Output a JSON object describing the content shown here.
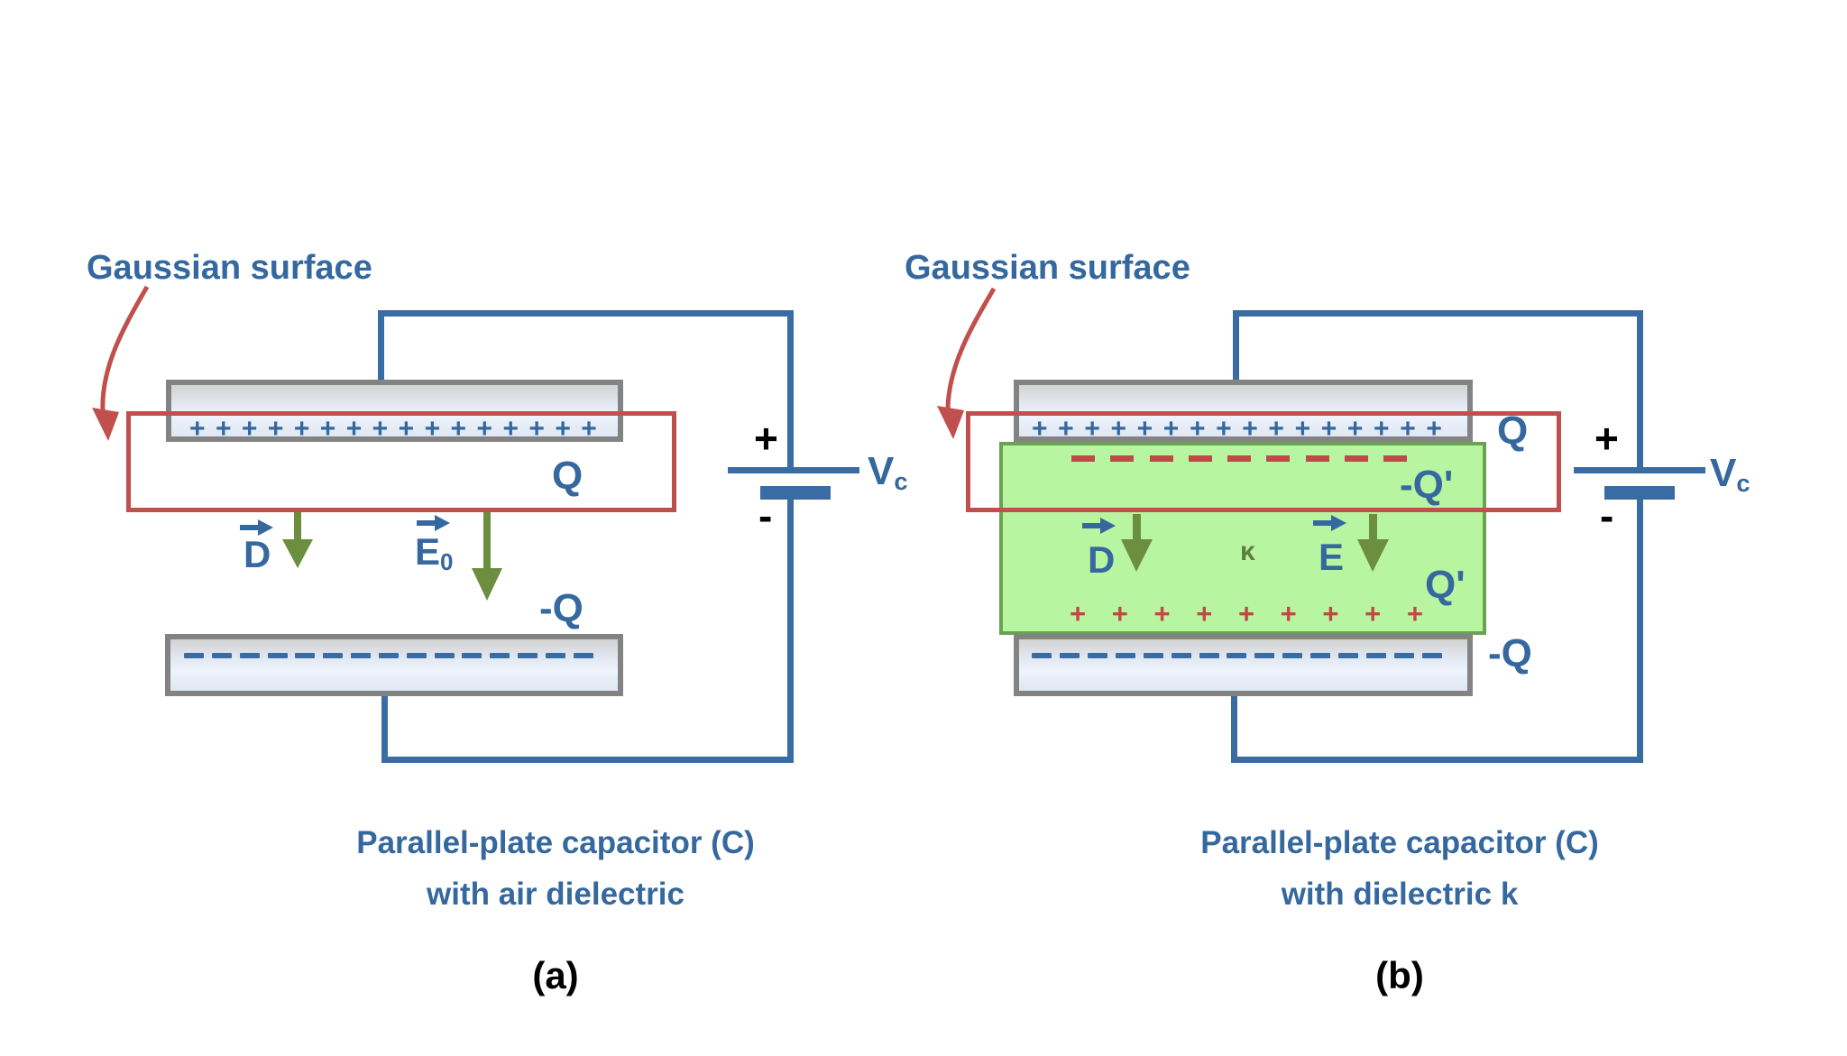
{
  "colors": {
    "blue_text": "#35689E",
    "wire_blue": "#3A6CA4",
    "gauss_red": "#C0504D",
    "charge_red": "#BE4A45",
    "arrow_green": "#6B8F3E",
    "dielectric_fill": "#B8F5A1",
    "dielectric_border": "#69A352",
    "plate_border": "#838383",
    "black": "#000000"
  },
  "diagram_a": {
    "gaussian_label": "Gaussian surface",
    "charge_top": "Q",
    "charge_bottom": "-Q",
    "field_d": "D",
    "field_e": "E",
    "field_e_sub": "0",
    "battery": {
      "plus": "+",
      "minus": "-",
      "v": "V",
      "v_sub": "c"
    },
    "caption_line1": "Parallel-plate capacitor (C)",
    "caption_line2": "with air dielectric",
    "tag": "(a)",
    "rows": {
      "plate_plus": {
        "count": 16,
        "glyph": "+"
      },
      "plate_dash": {
        "count": 15,
        "glyph": ""
      }
    }
  },
  "diagram_b": {
    "gaussian_label": "Gaussian surface",
    "charge_top": "Q",
    "charge_bottom": "-Q",
    "induced_neg": "-Q'",
    "induced_pos": "Q'",
    "field_d": "D",
    "field_e": "E",
    "kappa": "κ",
    "battery": {
      "plus": "+",
      "minus": "-",
      "v": "V",
      "v_sub": "c"
    },
    "caption_line1": "Parallel-plate capacitor (C)",
    "caption_line2": "with dielectric k",
    "tag": "(b)",
    "rows": {
      "plate_plus": {
        "count": 16,
        "glyph": "+"
      },
      "plate_dash": {
        "count": 15,
        "glyph": ""
      },
      "induced_dash": {
        "count": 9,
        "glyph": ""
      },
      "induced_plus": {
        "count": 9,
        "glyph": "+"
      }
    }
  }
}
